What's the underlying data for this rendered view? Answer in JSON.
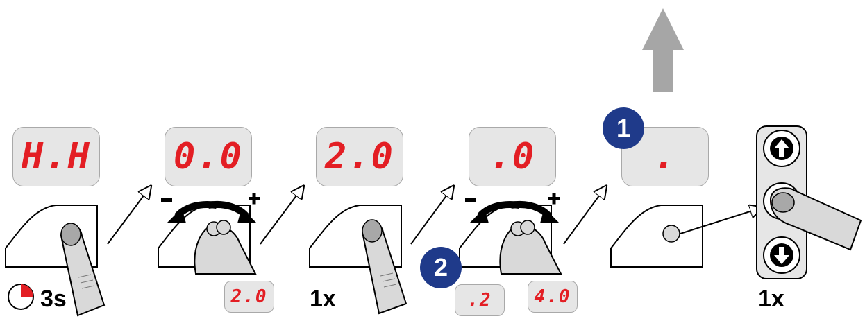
{
  "steps": [
    {
      "display": "H.H",
      "caption": "3s"
    },
    {
      "display": "0.0",
      "sub_display": "2.0"
    },
    {
      "display": "2.0",
      "caption": "1x"
    },
    {
      "display": ".0",
      "sub_display_1": ".2",
      "sub_display_2": "4.0",
      "badge": "2"
    },
    {
      "display": ".",
      "badge": "1"
    },
    {
      "caption": "1x"
    }
  ],
  "knob_signs": {
    "minus": "−",
    "plus": "+"
  },
  "colors": {
    "display_text": "#e31e24",
    "display_bg": "#e6e6e6",
    "badge": "#1f3a8a",
    "up_arrow": "#a6a6a6",
    "finger": "#d9d9d9"
  },
  "icons": [
    "timer-icon",
    "finger-icon",
    "knob-rotation-arrows-icon",
    "up-arrow-button-icon",
    "down-arrow-button-icon",
    "confirm-button-icon",
    "big-up-arrow-icon"
  ]
}
